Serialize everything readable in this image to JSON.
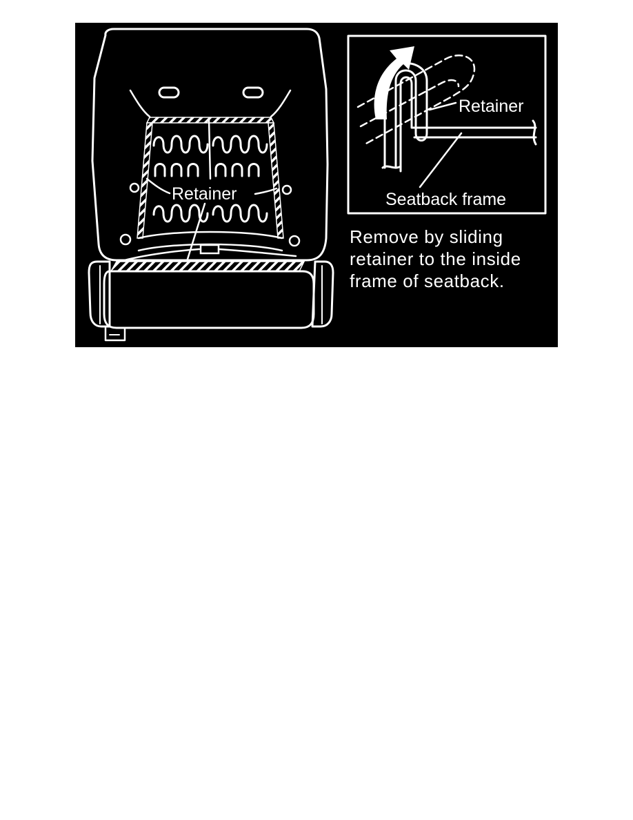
{
  "labels": {
    "retainer_seat": "Retainer",
    "retainer_detail": "Retainer",
    "seatback_frame": "Seatback frame"
  },
  "instruction": {
    "lines": [
      "Remove by sliding",
      "retainer to the inside",
      "frame of seatback."
    ]
  },
  "colors": {
    "background": "#000000",
    "line": "#ffffff",
    "page": "#ffffff"
  }
}
